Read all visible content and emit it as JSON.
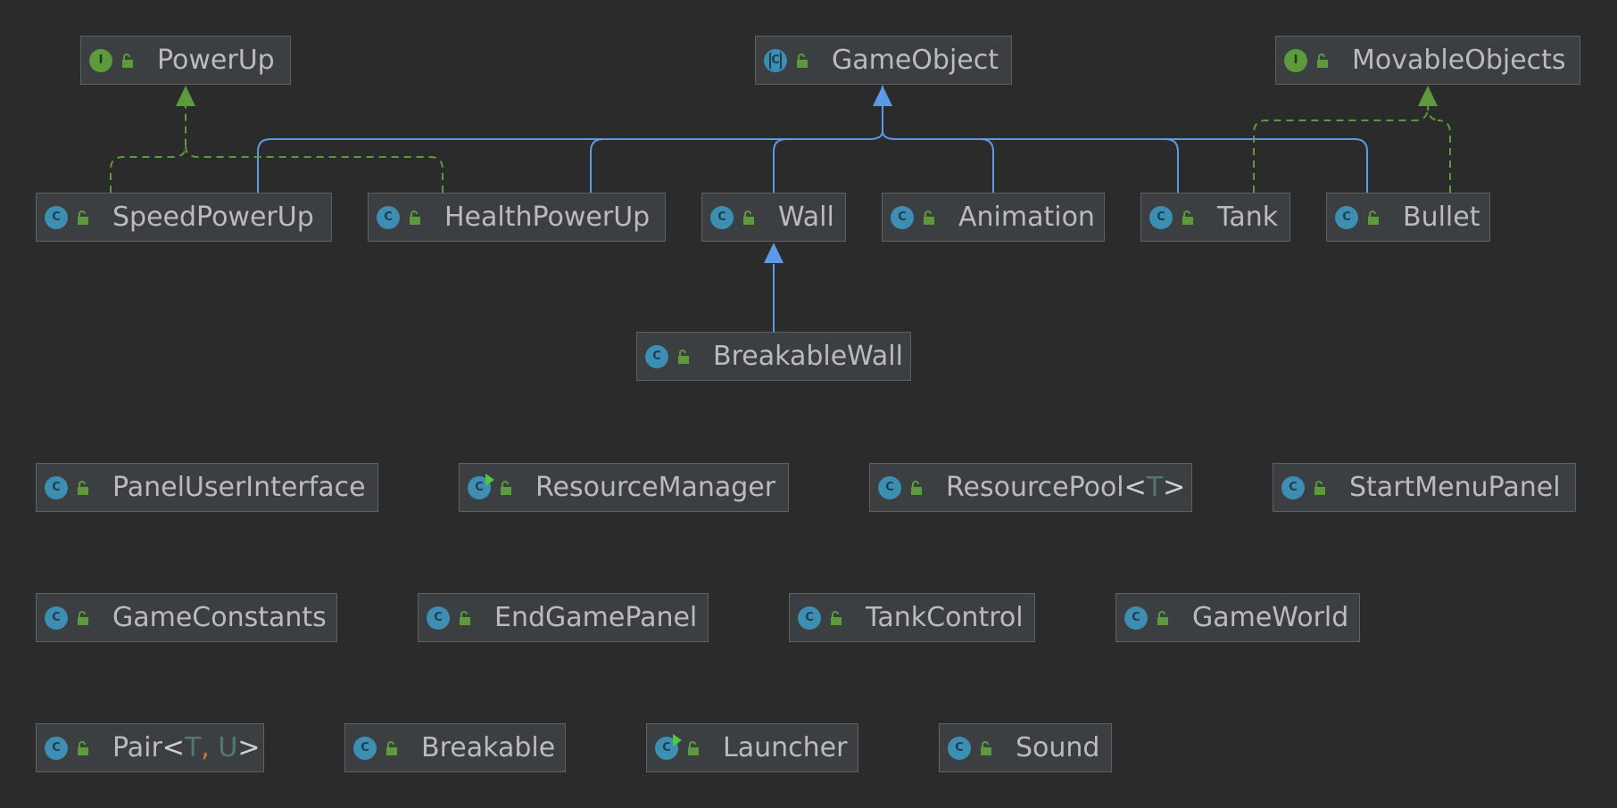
{
  "diagram": {
    "nodes": [
      {
        "id": "PowerUp",
        "label": "PowerUp",
        "kind": "interface",
        "icon": "interface-icon"
      },
      {
        "id": "GameObject",
        "label": "GameObject",
        "kind": "abstract",
        "icon": "abstract-class-icon"
      },
      {
        "id": "MovableObjects",
        "label": "MovableObjects",
        "kind": "interface",
        "icon": "interface-icon"
      },
      {
        "id": "SpeedPowerUp",
        "label": "SpeedPowerUp",
        "kind": "class",
        "icon": "class-icon"
      },
      {
        "id": "HealthPowerUp",
        "label": "HealthPowerUp",
        "kind": "class",
        "icon": "class-icon"
      },
      {
        "id": "Wall",
        "label": "Wall",
        "kind": "class",
        "icon": "class-icon"
      },
      {
        "id": "Animation",
        "label": "Animation",
        "kind": "class",
        "icon": "class-icon"
      },
      {
        "id": "Tank",
        "label": "Tank",
        "kind": "class",
        "icon": "class-icon"
      },
      {
        "id": "Bullet",
        "label": "Bullet",
        "kind": "class",
        "icon": "class-icon"
      },
      {
        "id": "BreakableWall",
        "label": "BreakableWall",
        "kind": "class",
        "icon": "class-icon"
      },
      {
        "id": "PanelUserInterface",
        "label": "PanelUserInterface",
        "kind": "class",
        "icon": "class-icon"
      },
      {
        "id": "ResourceManager",
        "label": "ResourceManager",
        "kind": "runnable",
        "icon": "runnable-class-icon"
      },
      {
        "id": "ResourcePool",
        "label": "ResourcePool",
        "type_params": [
          "T"
        ],
        "kind": "class",
        "icon": "class-icon"
      },
      {
        "id": "StartMenuPanel",
        "label": "StartMenuPanel",
        "kind": "class",
        "icon": "class-icon"
      },
      {
        "id": "GameConstants",
        "label": "GameConstants",
        "kind": "class",
        "icon": "class-icon"
      },
      {
        "id": "EndGamePanel",
        "label": "EndGamePanel",
        "kind": "class",
        "icon": "class-icon"
      },
      {
        "id": "TankControl",
        "label": "TankControl",
        "kind": "class",
        "icon": "class-icon"
      },
      {
        "id": "GameWorld",
        "label": "GameWorld",
        "kind": "class",
        "icon": "class-icon"
      },
      {
        "id": "Pair",
        "label": "Pair",
        "type_params": [
          "T",
          "U"
        ],
        "kind": "class",
        "icon": "class-icon"
      },
      {
        "id": "Breakable",
        "label": "Breakable",
        "kind": "class",
        "icon": "class-icon"
      },
      {
        "id": "Launcher",
        "label": "Launcher",
        "kind": "runnable",
        "icon": "runnable-class-icon"
      },
      {
        "id": "Sound",
        "label": "Sound",
        "kind": "class",
        "icon": "class-icon"
      }
    ],
    "edges": [
      {
        "from": "SpeedPowerUp",
        "to": "GameObject",
        "relation": "extends"
      },
      {
        "from": "HealthPowerUp",
        "to": "GameObject",
        "relation": "extends"
      },
      {
        "from": "Wall",
        "to": "GameObject",
        "relation": "extends"
      },
      {
        "from": "Animation",
        "to": "GameObject",
        "relation": "extends"
      },
      {
        "from": "Tank",
        "to": "GameObject",
        "relation": "extends"
      },
      {
        "from": "Bullet",
        "to": "GameObject",
        "relation": "extends"
      },
      {
        "from": "BreakableWall",
        "to": "Wall",
        "relation": "extends"
      },
      {
        "from": "SpeedPowerUp",
        "to": "PowerUp",
        "relation": "implements"
      },
      {
        "from": "HealthPowerUp",
        "to": "PowerUp",
        "relation": "implements"
      },
      {
        "from": "Tank",
        "to": "MovableObjects",
        "relation": "implements"
      },
      {
        "from": "Bullet",
        "to": "MovableObjects",
        "relation": "implements"
      }
    ],
    "colors": {
      "background": "#2b2b2b",
      "node_fill": "#3c3f41",
      "node_border": "#5e6164",
      "text": "#bbbbbb",
      "extends_edge": "#5a9ae6",
      "implements_edge": "#5c9a3b",
      "class_icon": "#3d8eb3",
      "interface_icon": "#5c9a3b",
      "lock_icon": "#5c9a3b",
      "type_param": "#507874",
      "comma": "#cc7832"
    },
    "icon_letters": {
      "class": "C",
      "interface": "I"
    },
    "visibility_icon": "public-lock-icon"
  }
}
